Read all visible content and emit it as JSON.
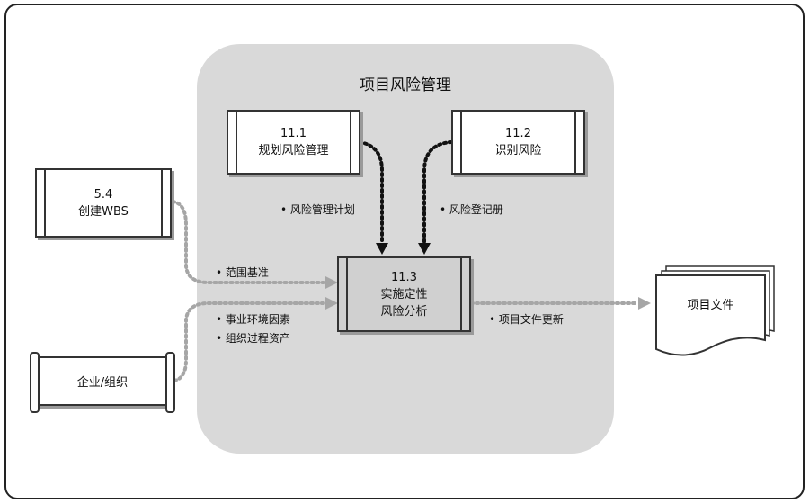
{
  "group": {
    "title": "项目风险管理"
  },
  "processes": {
    "p11_1": {
      "id": "11.1",
      "name": "规划风险管理"
    },
    "p11_2": {
      "id": "11.2",
      "name": "识别风险"
    },
    "p11_3": {
      "id": "11.3",
      "name_line1": "实施定性",
      "name_line2": "风险分析"
    },
    "p5_4": {
      "id": "5.4",
      "name": "创建WBS"
    }
  },
  "external": {
    "enterprise": "企业/组织"
  },
  "document": {
    "label": "项目文件"
  },
  "flows": {
    "risk_plan": "• 风险管理计划",
    "risk_register": "• 风险登记册",
    "scope_baseline": "• 范围基准",
    "eef": "• 事业环境因素",
    "opa": "• 组织过程资产",
    "doc_updates": "• 项目文件更新"
  }
}
